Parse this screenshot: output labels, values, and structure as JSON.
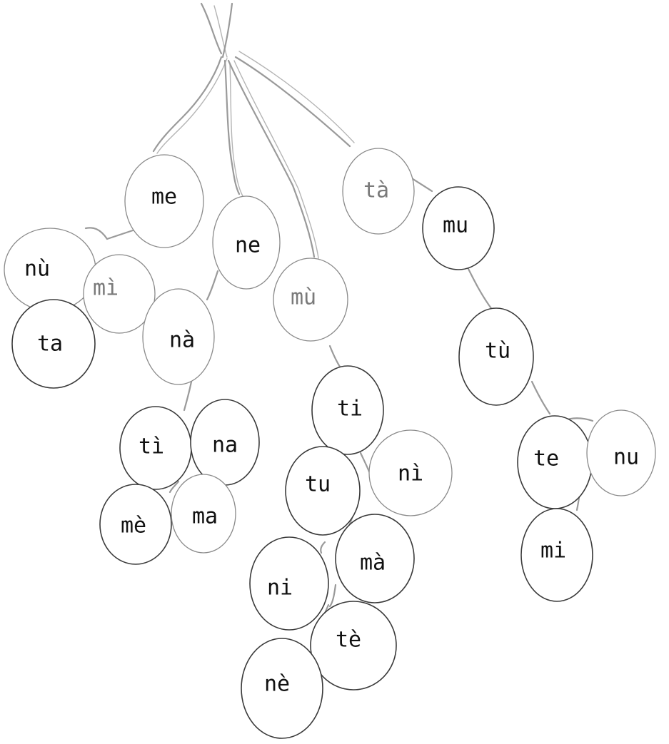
{
  "syllables": {
    "me": "me",
    "nu_grave": "nù",
    "mi_grave": "mì",
    "ta": "ta",
    "ne": "ne",
    "na_grave": "nà",
    "mu_grave": "mù",
    "ta_grave": "tà",
    "mu": "mu",
    "tu_grave": "tù",
    "ti_grave": "tì",
    "na": "na",
    "me_grave": "mè",
    "ma": "ma",
    "ti": "ti",
    "tu": "tu",
    "ni_grave": "nì",
    "ma_grave": "mà",
    "ni": "ni",
    "te_grave": "tè",
    "ne_grave": "nè",
    "te": "te",
    "nu": "nu",
    "mi": "mi"
  }
}
